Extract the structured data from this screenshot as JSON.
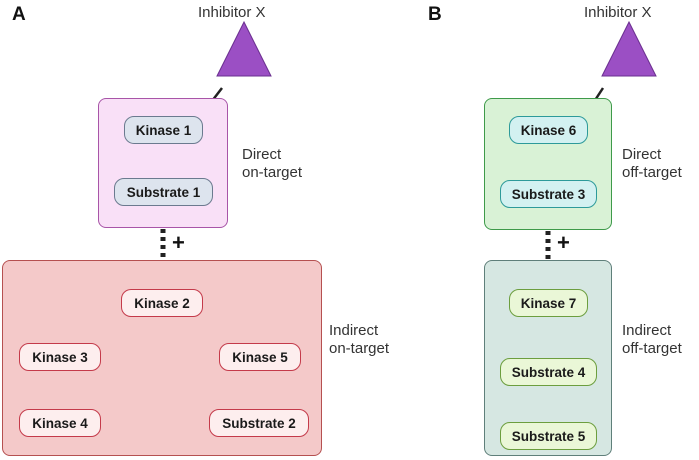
{
  "panel_a": {
    "letter": "A",
    "inhibitor": "Inhibitor X",
    "direct_label": [
      "Direct",
      "on-target"
    ],
    "indirect_label": [
      "Indirect",
      "on-target"
    ],
    "nodes": {
      "kinase1": "Kinase 1",
      "substrate1": "Substrate 1",
      "kinase2": "Kinase 2",
      "kinase3": "Kinase 3",
      "kinase5": "Kinase 5",
      "kinase4": "Kinase 4",
      "substrate2": "Substrate 2"
    },
    "plus": "+"
  },
  "panel_b": {
    "letter": "B",
    "inhibitor": "Inhibitor X",
    "direct_label": [
      "Direct",
      "off-target"
    ],
    "indirect_label": [
      "Indirect",
      "off-target"
    ],
    "nodes": {
      "kinase6": "Kinase 6",
      "substrate3": "Substrate 3",
      "kinase7": "Kinase 7",
      "substrate4": "Substrate 4",
      "substrate5": "Substrate 5"
    },
    "plus": "+"
  },
  "colors": {
    "inhibitor_triangle": "#9b4fc4",
    "a_direct_fill": "#f9e0f7",
    "a_direct_border": "#a855a8",
    "a_indirect_fill": "#f4c9c9",
    "a_indirect_border": "#b55050",
    "a_direct_node_fill": "#dde4ee",
    "a_indirect_node_fill": "#fdeeee",
    "a_indirect_node_border": "#c43a4a",
    "b_direct_fill": "#d9f2d6",
    "b_direct_border": "#3e9a4a",
    "b_indirect_fill": "#d6e7e2",
    "b_indirect_border": "#5f7f7a",
    "b_direct_node_fill": "#d3f1f1",
    "b_direct_node_border": "#2d9a9a",
    "b_indirect_node_fill": "#eaf7d7",
    "b_indirect_node_border": "#6c9e3e"
  }
}
